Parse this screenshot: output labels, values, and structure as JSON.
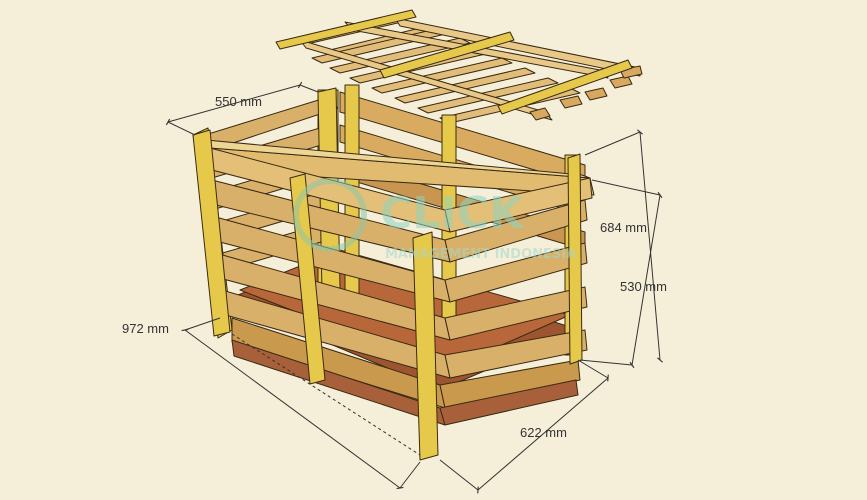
{
  "dimensions": {
    "width_top": "550 mm",
    "length": "972 mm",
    "total_height": "684 mm",
    "body_height": "530 mm",
    "base_width": "622 mm"
  },
  "watermark": {
    "main": "CLICK",
    "sub": "MANAGEMENT INDONESIA"
  },
  "colors": {
    "background": "#f5efd9",
    "post": "#e6c94a",
    "board": "#d9b06a",
    "board_dark": "#a45a32",
    "outline": "#3a2a12"
  }
}
